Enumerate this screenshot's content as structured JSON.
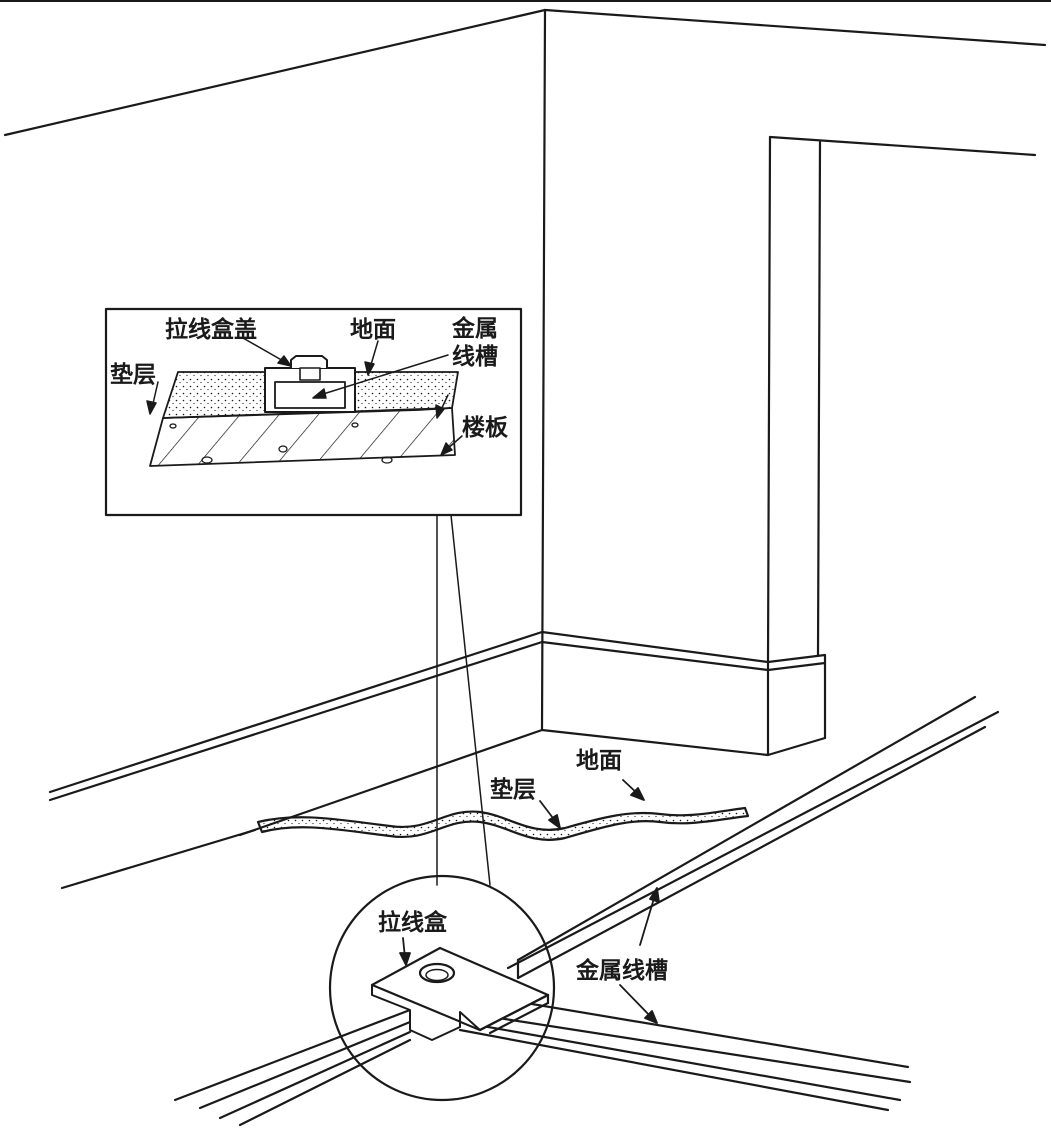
{
  "inset_labels": {
    "box_cover": "拉线盒盖",
    "floor_surface": "地面",
    "metal_trough_line1": "金属",
    "metal_trough_line2": "线槽",
    "cushion_layer": "垫层",
    "floor_slab": "楼板"
  },
  "main_labels": {
    "floor_surface": "地面",
    "cushion_layer": "垫层",
    "junction_box": "拉线盒",
    "metal_trough": "金属线槽"
  },
  "colors": {
    "stroke": "#1a1a1a",
    "background": "#ffffff"
  }
}
